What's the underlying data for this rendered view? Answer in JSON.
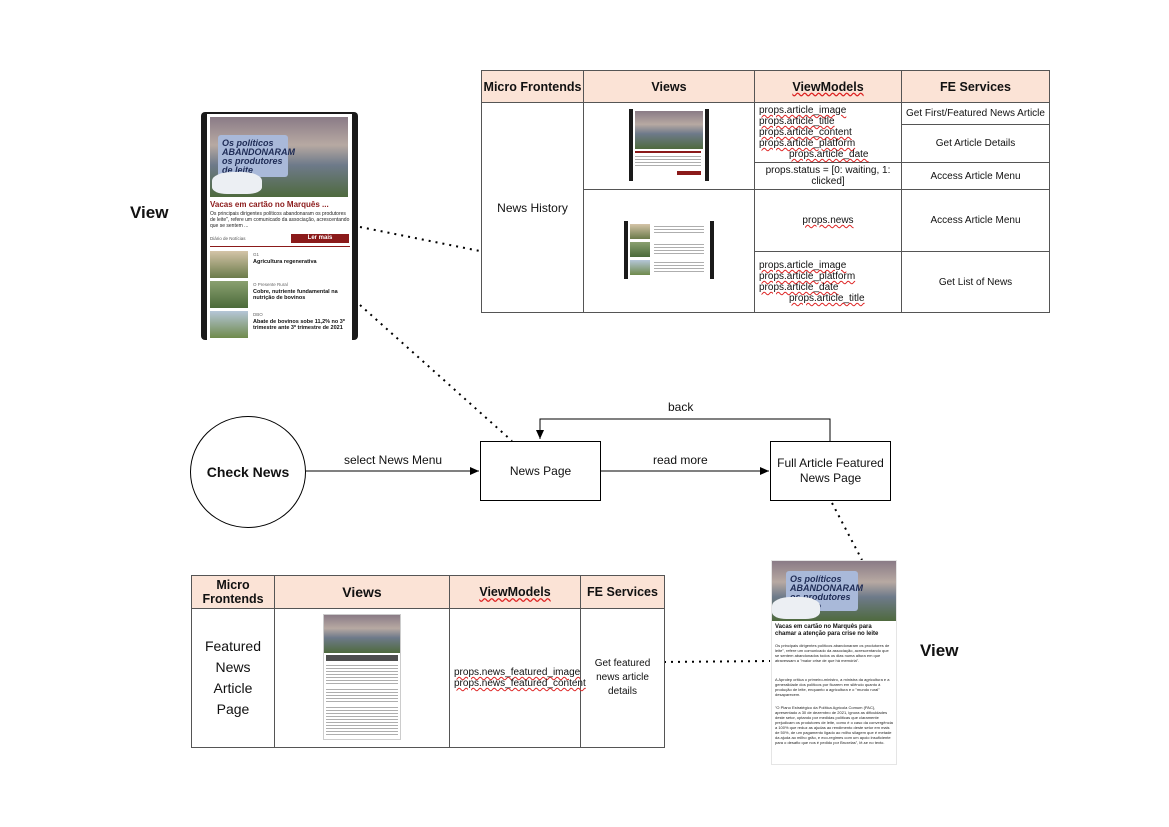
{
  "labels": {
    "view_top": "View",
    "view_bottom": "View"
  },
  "nodes": {
    "check_news": "Check News",
    "news_page": "News Page",
    "full_article": "Full Article Featured News Page"
  },
  "edges": {
    "select_menu": "select News Menu",
    "read_more": "read more",
    "back": "back"
  },
  "top_table": {
    "headers": [
      "Micro Frontends",
      "Views",
      "ViewModels",
      "FE Services"
    ],
    "micro_frontend": "News History",
    "vm_block1": [
      "props.article_image",
      "props.article_title",
      "props.article_content",
      "props.article_platform",
      "props.article_date"
    ],
    "vm_status": "props.status = [0: waiting, 1: clicked]",
    "vm_news": "props.news",
    "vm_block2": [
      "props.article_image",
      "props.article_platform",
      "props.article_date",
      "props.article_title"
    ],
    "services": [
      "Get First/Featured News Article",
      "Get Article Details",
      "Access Article Menu",
      "Access Article Menu",
      "Get List of News"
    ]
  },
  "bottom_table": {
    "headers": [
      "Micro Frontends",
      "Views",
      "ViewModels",
      "FE Services"
    ],
    "micro_frontend": "Featured News Article Page",
    "vm": [
      "props.news_featured_image",
      "props.news_featured_content"
    ],
    "service": "Get featured news article details"
  },
  "phone_list": {
    "hero_text": "Os políticos ABANDONARAM os produtores de leite",
    "headline": "Vacas em cartão no Marquês ...",
    "summary": "Os principais dirigentes políticos abandonaram os produtores de leite\", refere um comunicado da associação, acrescentando que se sentem ...",
    "source": "Diário de Notícias",
    "button": "Ler mais",
    "items": [
      {
        "source": "G1",
        "title": "Agricultura regenerativa"
      },
      {
        "source": "O Presente Rural",
        "title": "Cobre, nutriente fundamental na nutrição de bovinos"
      },
      {
        "source": "DBO",
        "title": "Abate de bovinos sobe 11,2% no 3º trimestre ante 3º trimestre de 2021"
      }
    ]
  },
  "article_view": {
    "hero_text": "Os políticos ABANDONARAM os produtores de leite",
    "title": "Vacas em cartão no Marquês para chamar a atenção para crise no leite",
    "para1": "Os principais dirigentes políticos abandonaram os produtores de leite\", refere um comunicado da associação, acrescentando que se sentem abandonados todos os dias numa altura em que atravessam a \"maior crise de que há memória\".",
    "para2": "A Aprolep critica o primeiro-ministro, a ministra da agricultura e a generalidade dos políticos por ficarem em silêncio quanto à produção de leite, enquanto a agricultura e o \"mundo rural\" desaparecem.",
    "para3": "\"O Plano Estratégico da Política Agrícola Comum (PAC), apresentado a 30 de dezembro de 2021, ignora as dificuldades deste setor, optando por medidas políticas que claramente prejudicam os produtores de leite, como é o caso da convergência a 100% que reduz as ajudas ao rendimento deste setor em mais de 50%, de um pagamento ligado ao milho silagem que é metade da ajuda ao milho grão, e eco-regimes com um apoio insuficiente para o desafio que nos é pedido por Bruxelas\", lê-se no texto."
  }
}
